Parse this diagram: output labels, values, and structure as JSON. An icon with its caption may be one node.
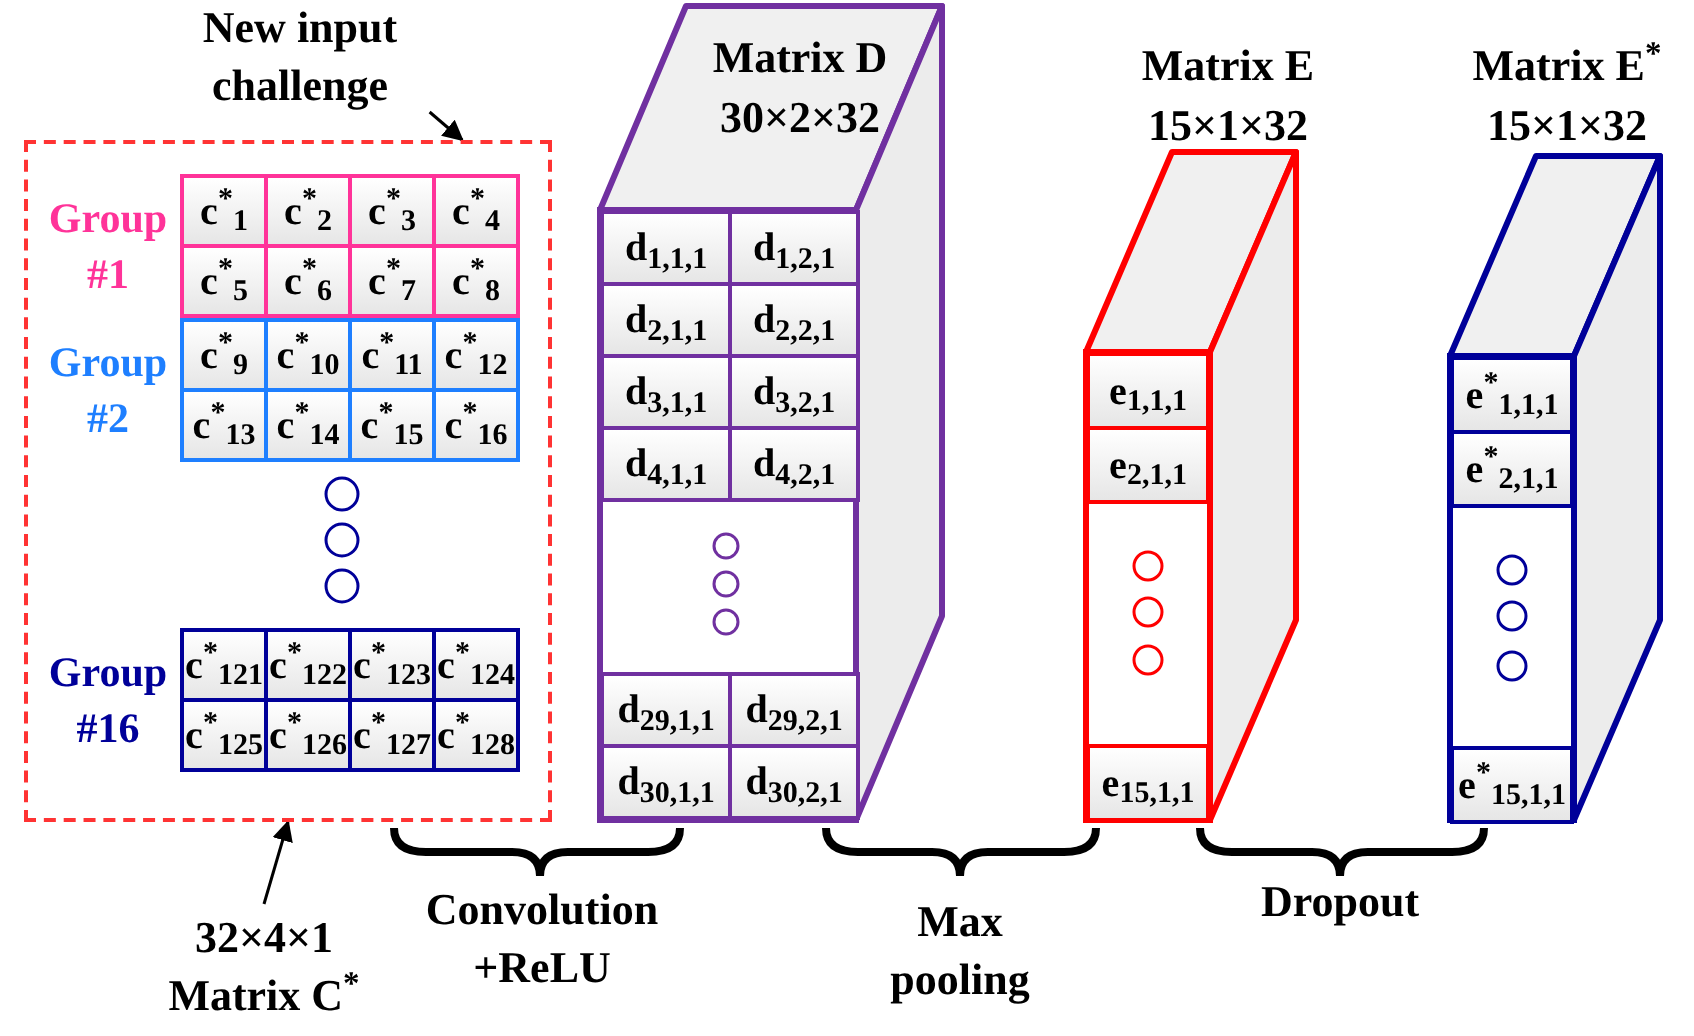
{
  "diagram": {
    "nodes": [
      {
        "text": [
          "New input challenge"
        ]
      },
      {
        "text": [],
        "shape": "box"
      },
      {
        "text": [
          "Group #1"
        ],
        "in": 1
      },
      {
        "text": [
          "c$^{*}$$_{1}$"
        ],
        "in": 2
      },
      {
        "text": [
          "c$^{*}$$_{2}$"
        ],
        "in": 2
      },
      {
        "text": [
          "c$^{*}$$_{3}$"
        ],
        "in": 2
      },
      {
        "text": [
          "c$^{*}$$_{4}$"
        ],
        "in": 2
      },
      {
        "text": [
          "c$^{*}$$_{5}$"
        ],
        "in": 2
      },
      {
        "text": [
          "c$^{*}$$_{6}$"
        ],
        "in": 2
      },
      {
        "text": [
          "c$^{*}$$_{7}$"
        ],
        "in": 2
      },
      {
        "text": [
          "c$^{*}$$_{8}$"
        ],
        "in": 2
      },
      {
        "text": [
          "Group #2"
        ],
        "in": 1
      },
      {
        "text": [
          "c$^{*}$$_{9}$"
        ],
        "in": 11
      },
      {
        "text": [
          "c$^{*}$$_{10}$"
        ],
        "in": 11
      },
      {
        "text": [
          "c$^{*}$$_{11}$"
        ],
        "in": 11
      },
      {
        "text": [
          "c$^{*}$$_{12}$"
        ],
        "in": 11
      },
      {
        "text": [
          "c$^{*}$$_{13}$"
        ],
        "in": 11
      },
      {
        "text": [
          "c$^{*}$$_{14}$"
        ],
        "in": 11
      },
      {
        "text": [
          "c$^{*}$$_{15}$"
        ],
        "in": 11
      },
      {
        "text": [
          "c$^{*}$$_{16}$"
        ],
        "in": 11
      },
      {
        "text": [
          "Group #16"
        ],
        "in": 1
      },
      {
        "text": [
          "c$^{*}$$_{121}$"
        ],
        "in": 20
      },
      {
        "text": [
          "c$^{*}$$_{122}$"
        ],
        "in": 20
      },
      {
        "text": [
          "c$^{*}$$_{123}$"
        ],
        "in": 20
      },
      {
        "text": [
          "c$^{*}$$_{124}$"
        ],
        "in": 20
      },
      {
        "text": [
          "c$^{*}$$_{125}$"
        ],
        "in": 20
      },
      {
        "text": [
          "c$^{*}$$_{126}$"
        ],
        "in": 20
      },
      {
        "text": [
          "c$^{*}$$_{127}$"
        ],
        "in": 20
      },
      {
        "text": [
          "c$^{*}$$_{128}$"
        ],
        "in": 20
      },
      {
        "text": [
          "32×4×1 Matrix C$^{*}$"
        ]
      },
      {
        "text": [
          "Matrix D 30×2×32"
        ]
      },
      {
        "text": [
          "d$_{1,1,1}$"
        ],
        "in": 30
      },
      {
        "text": [
          "d$_{1,2,1}$"
        ],
        "in": 30
      },
      {
        "text": [
          "d$_{2,1,1}$"
        ],
        "in": 30
      },
      {
        "text": [
          "d$_{2,2,1}$"
        ],
        "in": 30
      },
      {
        "text": [
          "d$_{3,1,1}$"
        ],
        "in": 30
      },
      {
        "text": [
          "d$_{3,2,1}$"
        ],
        "in": 30
      },
      {
        "text": [
          "d$_{4,1,1}$"
        ],
        "in": 30
      },
      {
        "text": [
          "d$_{4,2,1}$"
        ],
        "in": 30
      },
      {
        "text": [
          "d$_{29,1,1}$"
        ],
        "in": 30
      },
      {
        "text": [
          "d$_{29,2,1}$"
        ],
        "in": 30
      },
      {
        "text": [
          "d$_{30,1,1}$"
        ],
        "in": 30
      },
      {
        "text": [
          "d$_{30,2,1}$"
        ],
        "in": 30
      },
      {
        "text": [
          "Matrix E 15×1×32"
        ]
      },
      {
        "text": [
          "e$_{1,1,1}$"
        ],
        "in": 43
      },
      {
        "text": [
          "e$_{2,1,1}$"
        ],
        "in": 43
      },
      {
        "text": [
          "e$_{15,1,1}$"
        ],
        "in": 43
      },
      {
        "text": [
          "Matrix E$^{*}$ 15×1×32"
        ]
      },
      {
        "text": [
          "e$^{*}$$_{1,1,1}$"
        ],
        "in": 47
      },
      {
        "text": [
          "e$^{*}$$_{2,1,1}$"
        ],
        "in": 47
      },
      {
        "text": [
          "e$^{*}$$_{15,1,1}$"
        ],
        "in": 47
      }
    ],
    "edges": [
      {
        "from": 0,
        "to": 1,
        "arrow": "to"
      },
      {
        "from": 29,
        "to": 1,
        "arrow": "to"
      }
    ],
    "labels": [
      "Convolution +ReLU",
      "Max pooling",
      "Dropout"
    ]
  }
}
